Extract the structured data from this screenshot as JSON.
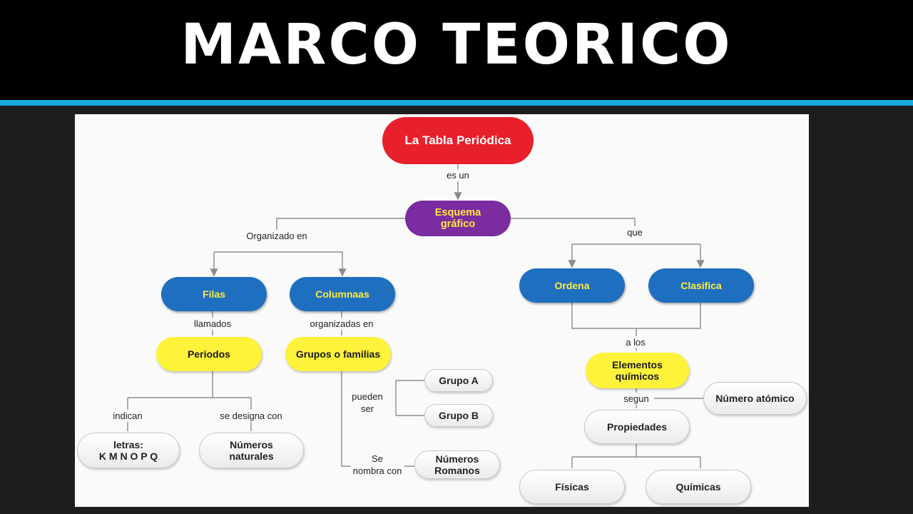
{
  "slide": {
    "title": "MARCO TEORICO",
    "accent_color": "#19a8e0"
  },
  "colors": {
    "root": "#e8202c",
    "scheme": "#7a2ca0",
    "category": "#1f6fc0",
    "category_text": "#ffeb3b",
    "subcategory": "#fff23a",
    "leaf": "#ffffff",
    "connector": "#8c8c8c"
  },
  "diagram": {
    "nodes": {
      "root": "La Tabla Periódica",
      "scheme": "Esquema\ngráfico",
      "filas": "Filas",
      "columnas": "Columnaas",
      "ordena": "Ordena",
      "clasifica": "Clasifica",
      "periodos": "Periodos",
      "grupos": "Grupos o familias",
      "elementos": "Elementos\nquímicos",
      "grupo_a": "Grupo A",
      "grupo_b": "Grupo B",
      "numeros_romanos": "Números\nRomanos",
      "letras": "letras:\nK M N O P Q",
      "numeros_naturales": "Números\nnaturales",
      "numero_atomico": "Número atómico",
      "propiedades": "Propiedades",
      "fisicas": "Físicas",
      "quimicas": "Químicas"
    },
    "links": {
      "es_un": "es un",
      "organizado_en": "Organizado en",
      "que": "que",
      "llamados": "llamados",
      "organizadas_en": "organizadas en",
      "a_los": "a los",
      "indican": "indican",
      "se_designa_con": "se designa con",
      "pueden_ser": "pueden\nser",
      "se_nombra_con": "Se\nnombra con",
      "segun": "segun"
    }
  }
}
